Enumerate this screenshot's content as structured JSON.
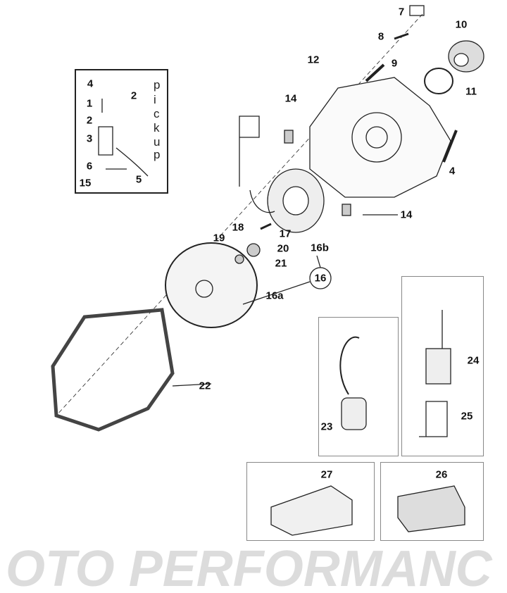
{
  "watermark": "OTO PERFORMANC",
  "pickup_text": [
    "p",
    "i",
    "c",
    "k",
    "u",
    "p"
  ],
  "labels": {
    "l7": "7",
    "l8": "8",
    "l10": "10",
    "l9": "9",
    "l12": "12",
    "l11": "11",
    "l14a": "14",
    "l14b": "14",
    "l4b": "4",
    "l18": "18",
    "l17": "17",
    "l19": "19",
    "l20": "20",
    "l16b": "16b",
    "l21": "21",
    "l16": "16",
    "l16a": "16a",
    "l22": "22",
    "l24": "24",
    "l25": "25",
    "l23": "23",
    "l27": "27",
    "l26": "26",
    "p4": "4",
    "p2a": "2",
    "p1": "1",
    "p2b": "2",
    "p3": "3",
    "p6": "6",
    "p15": "15",
    "p5": "5"
  }
}
